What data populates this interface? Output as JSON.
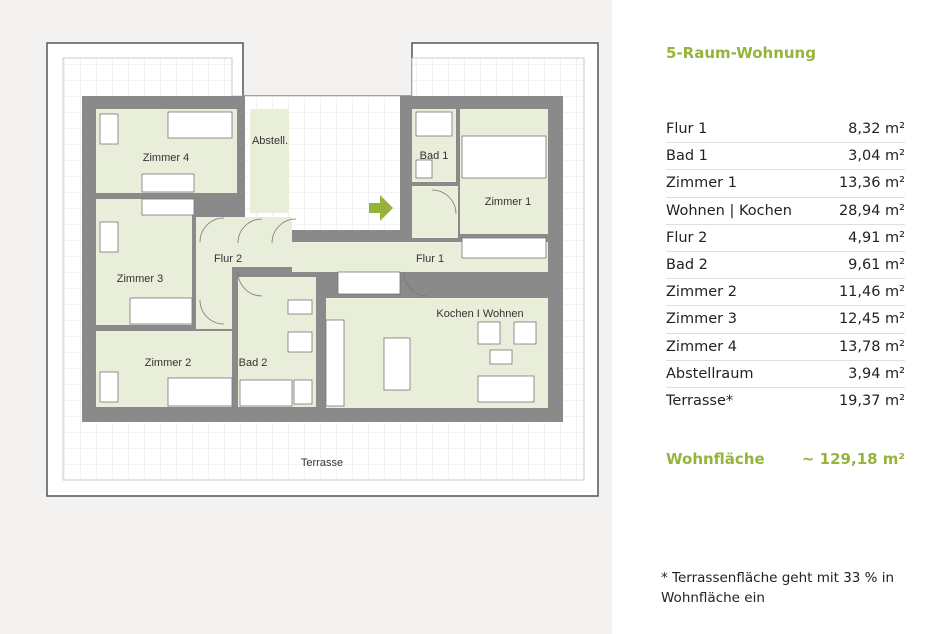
{
  "title": "5-Raum-Wohnung",
  "rooms": [
    {
      "name": "Flur 1",
      "area": "8,32 m²"
    },
    {
      "name": "Bad 1",
      "area": "3,04 m²"
    },
    {
      "name": "Zimmer 1",
      "area": "13,36 m²"
    },
    {
      "name": "Wohnen | Kochen",
      "area": "28,94 m²"
    },
    {
      "name": "Flur 2",
      "area": "4,91 m²"
    },
    {
      "name": "Bad 2",
      "area": "9,61 m²"
    },
    {
      "name": "Zimmer 2",
      "area": "11,46 m²"
    },
    {
      "name": "Zimmer 3",
      "area": "12,45 m²"
    },
    {
      "name": "Zimmer 4",
      "area": "13,78 m²"
    },
    {
      "name": "Abstellraum",
      "area": "3,94 m²"
    },
    {
      "name": "Terrasse*",
      "area": "19,37 m²"
    }
  ],
  "total": {
    "label": "Wohnfläche",
    "value": "~ 129,18 m²"
  },
  "footnote": "* Terrassenfläche geht mit 33 % in Wohnfläche ein",
  "plan_labels": {
    "zimmer4": "Zimmer 4",
    "abstell": "Abstell.",
    "bad1": "Bad 1",
    "zimmer1": "Zimmer 1",
    "flur2": "Flur 2",
    "flur1": "Flur 1",
    "zimmer3": "Zimmer 3",
    "kochen": "Kochen I Wohnen",
    "zimmer2": "Zimmer 2",
    "bad2": "Bad 2",
    "terrasse": "Terrasse"
  },
  "colors": {
    "accent": "#96b43c",
    "room_fill": "#e9eedb",
    "wall": "#8a8a8a",
    "panel": "#f3f2f0"
  },
  "icons": [
    "entrance-arrow-icon"
  ]
}
